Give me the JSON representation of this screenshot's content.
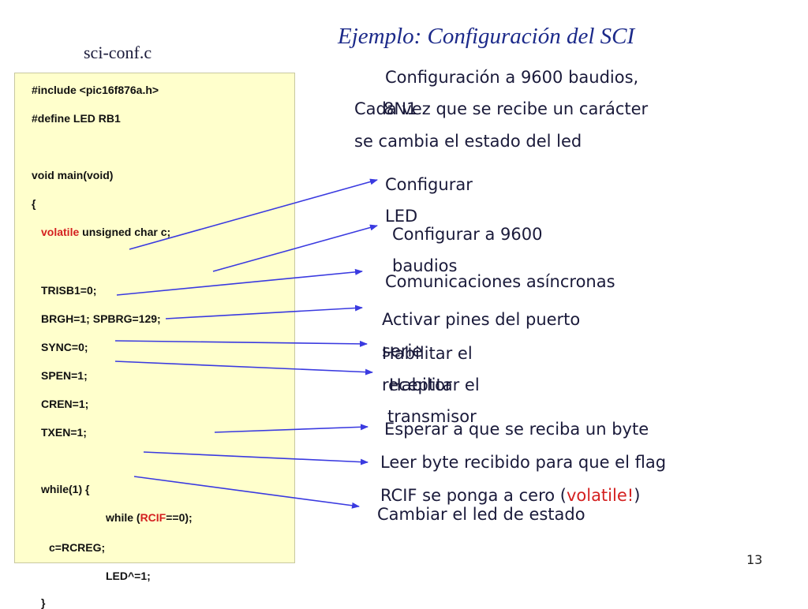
{
  "title": "Ejemplo: Configuración del SCI",
  "file_name": "sci-conf.c",
  "description": {
    "line1": "Configuración a 9600 baudios,",
    "line1b": "8N1",
    "line2": "Cada vez que se recibe un carácter",
    "line3": "se cambia el estado del led"
  },
  "code": {
    "include": "#include <pic16f876a.h>",
    "define": "#define LED RB1",
    "main": "void main(void)",
    "open_brace": "{",
    "volatile_kw": "volatile",
    "decl_rest": " unsigned char c;",
    "trisb": "TRISB1=0;",
    "brgh": "BRGH=1; SPBRG=129;",
    "sync": "SYNC=0;",
    "spen": "SPEN=1;",
    "cren": "CREN=1;",
    "txen": "TXEN=1;",
    "while_loop": "while(1) {",
    "while_rcif_pre": "while (",
    "rcif_kw": "RCIF",
    "while_rcif_post": "==0);",
    "read": "c=RCREG;",
    "toggle": "LED^=1;",
    "close_brace": "}"
  },
  "annotations": {
    "configurar_led_1": "Configurar",
    "configurar_led_2": "LED",
    "configurar_9600_1": "Configurar a 9600",
    "configurar_9600_2": "baudios",
    "async": "Comunicaciones asíncronas",
    "pins_1": "Activar pines del puerto",
    "pins_2": "serie",
    "rx_1": "Habilitar el",
    "rx_2": "receptor",
    "tx_1": "Habilitar el",
    "tx_2": "transmisor",
    "wait": "Esperar a que se reciba un byte",
    "read_1": "Leer byte recibido para que el flag",
    "read_2_pre": "RCIF se ponga a cero (",
    "read_2_kw": "volatile!",
    "read_2_post": ")",
    "toggle": "Cambiar el led de estado"
  },
  "page_number": "13",
  "colors": {
    "code_background": "#ffffcc",
    "keyword_red": "#d42020",
    "arrow_blue": "#3a3ae0",
    "title_blue": "#1c2a8a"
  }
}
